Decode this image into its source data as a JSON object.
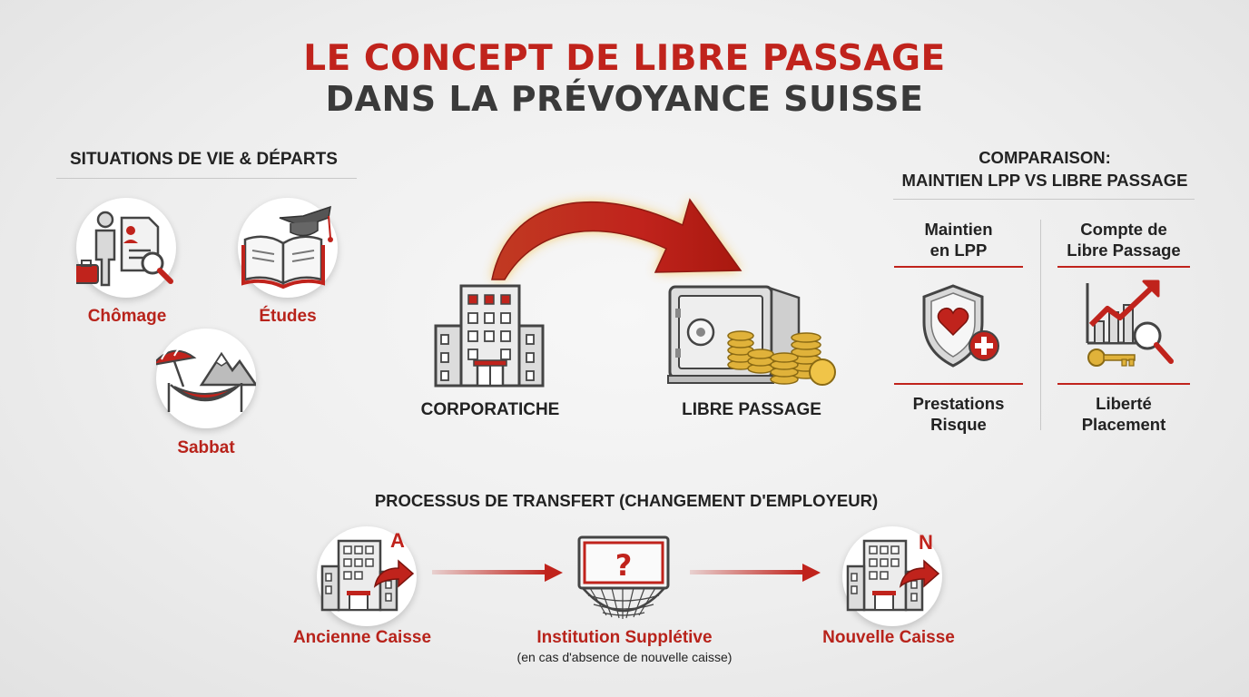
{
  "title": {
    "line1": "LE CONCEPT DE LIBRE PASSAGE",
    "line2": "DANS LA PRÉVOYANCE SUISSE"
  },
  "situations": {
    "heading": "SITUATIONS DE VIE & DÉPARTS",
    "items": [
      {
        "label": "Chômage",
        "icon": "unemployment-icon"
      },
      {
        "label": "Études",
        "icon": "graduation-book-icon"
      },
      {
        "label": "Sabbat",
        "icon": "hammock-mountain-icon"
      }
    ]
  },
  "flow": {
    "from": "CORPORATICHE",
    "to": "LIBRE PASSAGE"
  },
  "comparison": {
    "heading_line1": "COMPARAISON:",
    "heading_line2": "MAINTIEN LPP VS LIBRE PASSAGE",
    "left": {
      "title_line1": "Maintien",
      "title_line2": "en LPP",
      "footer_line1": "Prestations",
      "footer_line2": "Risque",
      "icon": "shield-heart-icon"
    },
    "right": {
      "title_line1": "Compte de",
      "title_line2": "Libre Passage",
      "footer_line1": "Liberté",
      "footer_line2": "Placement",
      "icon": "growth-chart-key-icon"
    }
  },
  "process": {
    "heading": "PROCESSUS DE TRANSFERT (CHANGEMENT D'EMPLOYEUR)",
    "steps": [
      {
        "label": "Ancienne Caisse",
        "badge": "A"
      },
      {
        "label": "Institution Supplétive",
        "note": "(en cas d'absence de nouvelle caisse)",
        "badge": "?"
      },
      {
        "label": "Nouvelle Caisse",
        "badge": "N"
      }
    ]
  },
  "colors": {
    "accent_red": "#c0231c",
    "dark_text": "#2b2b2b",
    "gold": "#e0b23a"
  }
}
